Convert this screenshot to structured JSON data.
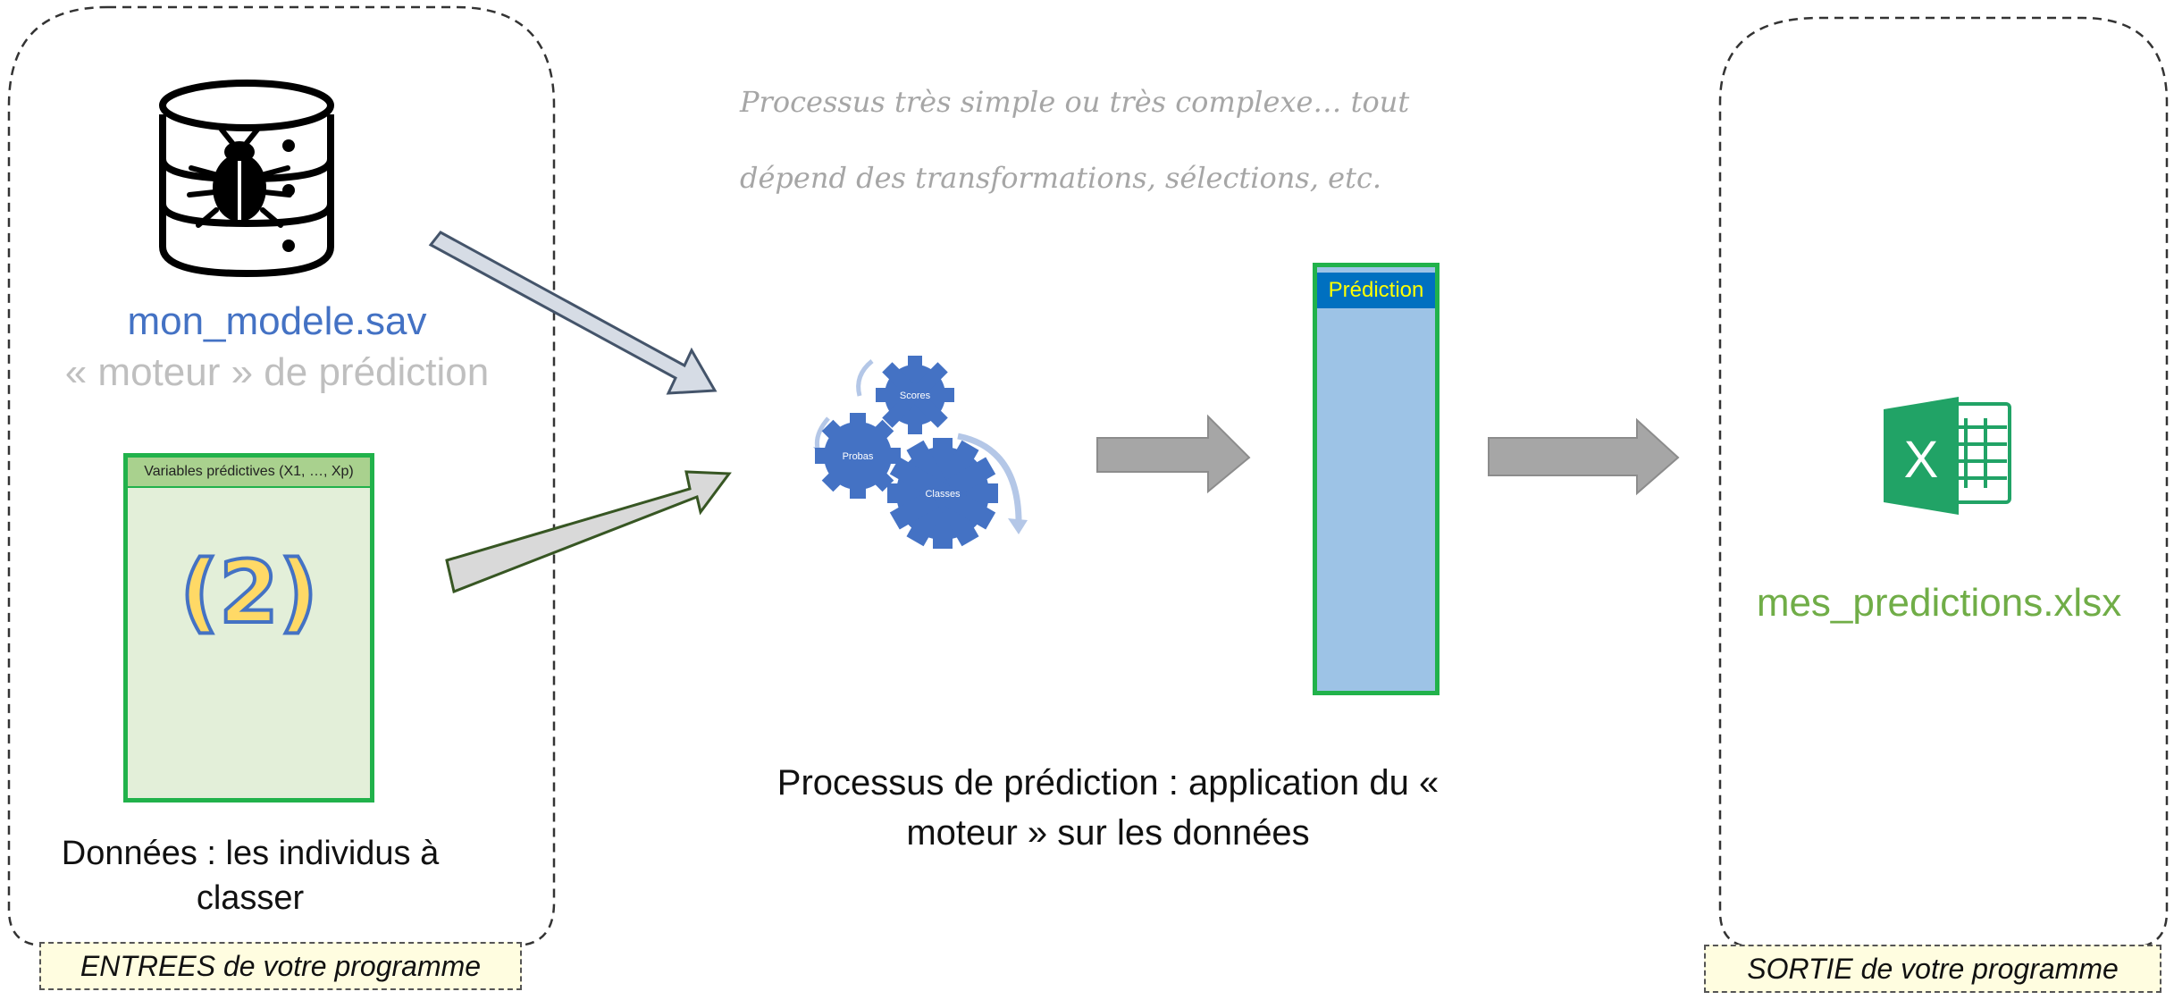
{
  "inputs": {
    "model_file": "mon_modele.sav",
    "model_engine": "« moteur » de prédiction",
    "variables_header": "Variables prédictives (X1, …, Xp)",
    "variables_number": "(2)",
    "data_label": "Données : les individus à classer",
    "tag": "ENTREES de votre programme"
  },
  "process": {
    "note_line1": "Processus très simple ou très complexe… tout",
    "note_line2": "dépend des transformations, sélections, etc.",
    "gears": {
      "top": "Scores",
      "left": "Probas",
      "big": "Classes"
    },
    "prediction_header": "Prédiction",
    "label": "Processus de prédiction : application du « moteur » sur les données"
  },
  "outputs": {
    "excel_letter": "X",
    "file": "mes_predictions.xlsx",
    "tag": "SORTIE de votre programme"
  },
  "colors": {
    "blue": "#4472c4",
    "green_border": "#21b24b",
    "excel_green": "#70ad47",
    "arrow_gray": "#a6a6a6",
    "arrow_bluegray": "#d6dce5"
  },
  "icons": [
    "database-bug-icon",
    "gears-icon",
    "excel-icon"
  ]
}
